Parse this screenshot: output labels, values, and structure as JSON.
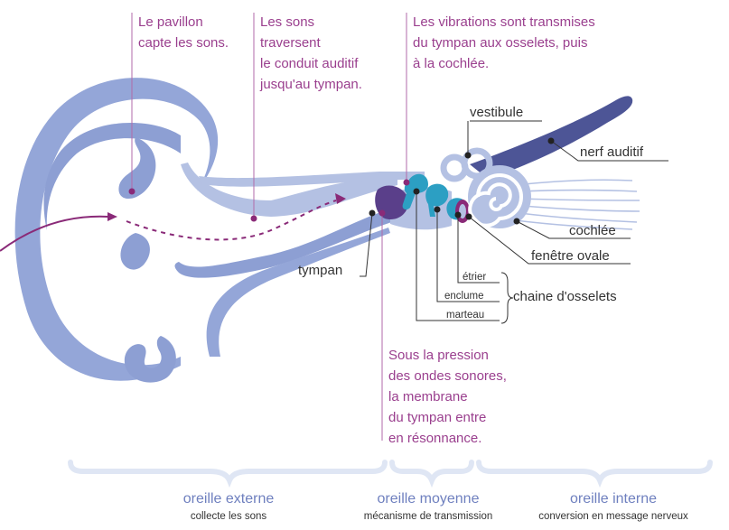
{
  "colors": {
    "ear_light": "#b4c1e3",
    "ear_mid": "#8d9fd3",
    "ear_dark": "#5a67a8",
    "nerve": "#4d5596",
    "teal": "#2c9fc3",
    "purple": "#8a2a78",
    "annotation_text": "#9a3f8e",
    "label_text": "#333333",
    "section_title": "#6f80bf",
    "brace": "#dfe6f4"
  },
  "annotations": {
    "pavillon": [
      "Le pavillon",
      "capte les sons."
    ],
    "conduit": [
      "Les sons",
      "traversent",
      "le conduit auditif",
      "jusqu'au tympan."
    ],
    "vibrations": [
      "Les vibrations sont transmises",
      "du tympan aux osselets, puis",
      "à la cochlée."
    ],
    "pression": [
      "Sous la pression",
      "des ondes sonores,",
      "la membrane",
      "du tympan entre",
      "en résonnance."
    ]
  },
  "labels": {
    "vestibule": "vestibule",
    "nerf": "nerf auditif",
    "cochlee": "cochlée",
    "fenetre": "fenêtre ovale",
    "tympan": "tympan",
    "etrier": "étrier",
    "enclume": "enclume",
    "marteau": "marteau",
    "chaine": "chaine d'osselets"
  },
  "sections": [
    {
      "title": "oreille externe",
      "subtitle": "collecte les sons"
    },
    {
      "title": "oreille moyenne",
      "subtitle": "mécanisme de transmission"
    },
    {
      "title": "oreille interne",
      "subtitle": "conversion en message nerveux"
    }
  ]
}
